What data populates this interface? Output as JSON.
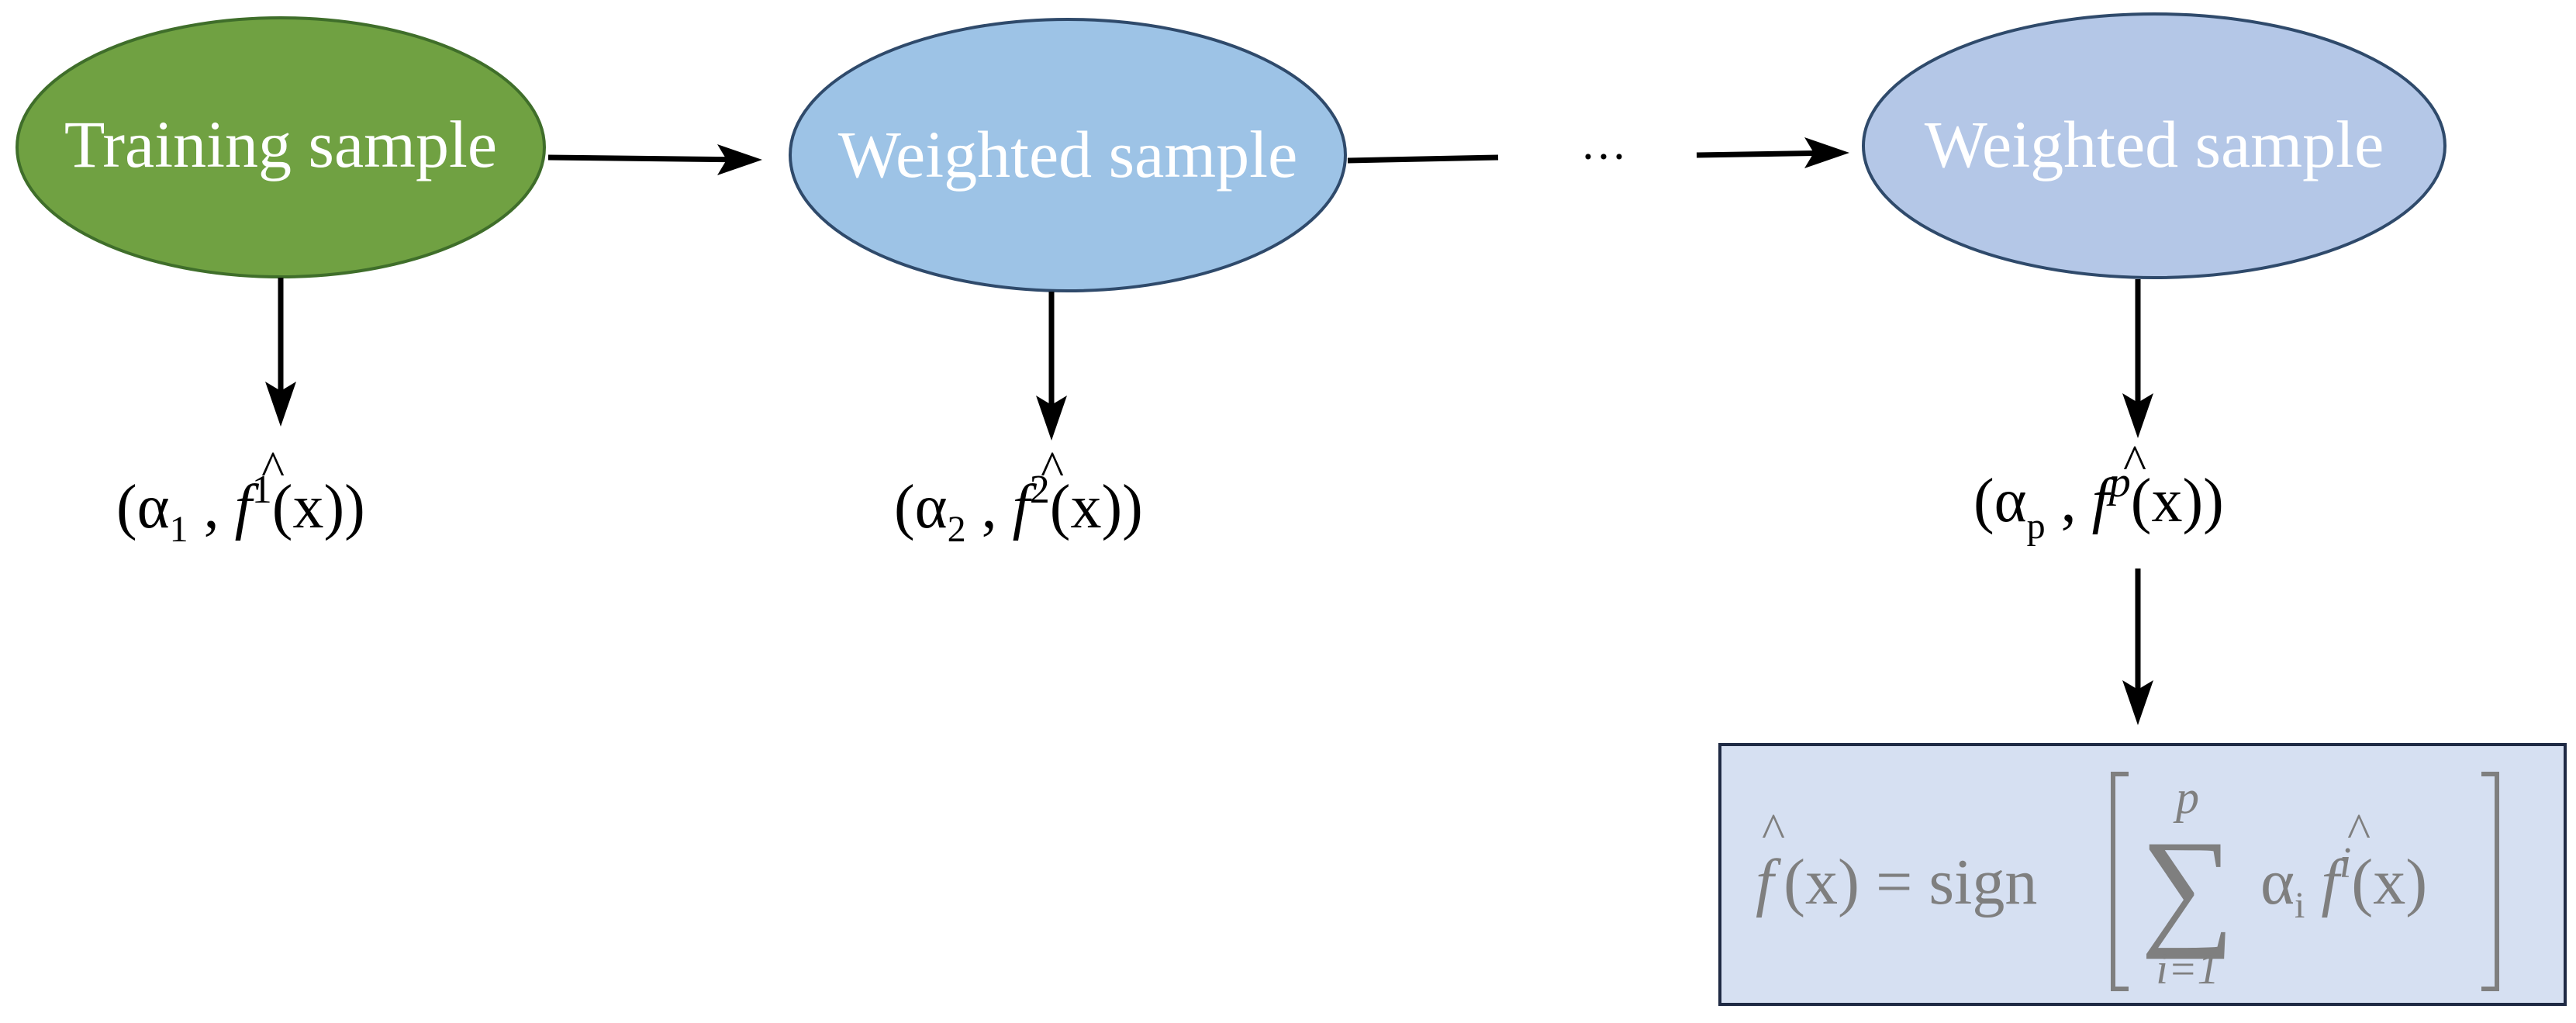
{
  "nodes": {
    "training": {
      "label": "Training sample",
      "fill": "#70a142",
      "stroke": "#3f6e2a"
    },
    "weighted_1": {
      "label": "Weighted sample",
      "fill": "#9dc3e6",
      "stroke": "#2f4a6b"
    },
    "weighted_p": {
      "label": "Weighted sample",
      "fill": "#b4c7e7",
      "stroke": "#2f4a6b"
    }
  },
  "ellipsis": "···",
  "outputs": {
    "out_1": {
      "alpha": "α",
      "alpha_sub": "1",
      "f": "f",
      "hat": "^",
      "sup": "1",
      "arg": "(x))"
    },
    "out_2": {
      "alpha": "α",
      "alpha_sub": "2",
      "f": "f",
      "hat": "^",
      "sup": "2",
      "arg": "(x))"
    },
    "out_p": {
      "alpha": "α",
      "alpha_sub": "p",
      "f": "f",
      "hat": "^",
      "sup": "p",
      "arg": "(x))"
    }
  },
  "final_formula": {
    "box_fill": "#d6e0f2",
    "box_stroke": "#1f2a44",
    "lhs_f": "f",
    "hat": "^",
    "lhs_arg": "(x) = sign",
    "sum_symbol": "∑",
    "sum_upper": "p",
    "sum_lower": "i=1",
    "alpha": "α",
    "alpha_sub": "i",
    "term_f": "f",
    "term_sup": "i",
    "term_arg": "(x)"
  },
  "colors": {
    "arrow": "#000000",
    "text": "#000000",
    "formula_text": "#7f7f7f"
  }
}
